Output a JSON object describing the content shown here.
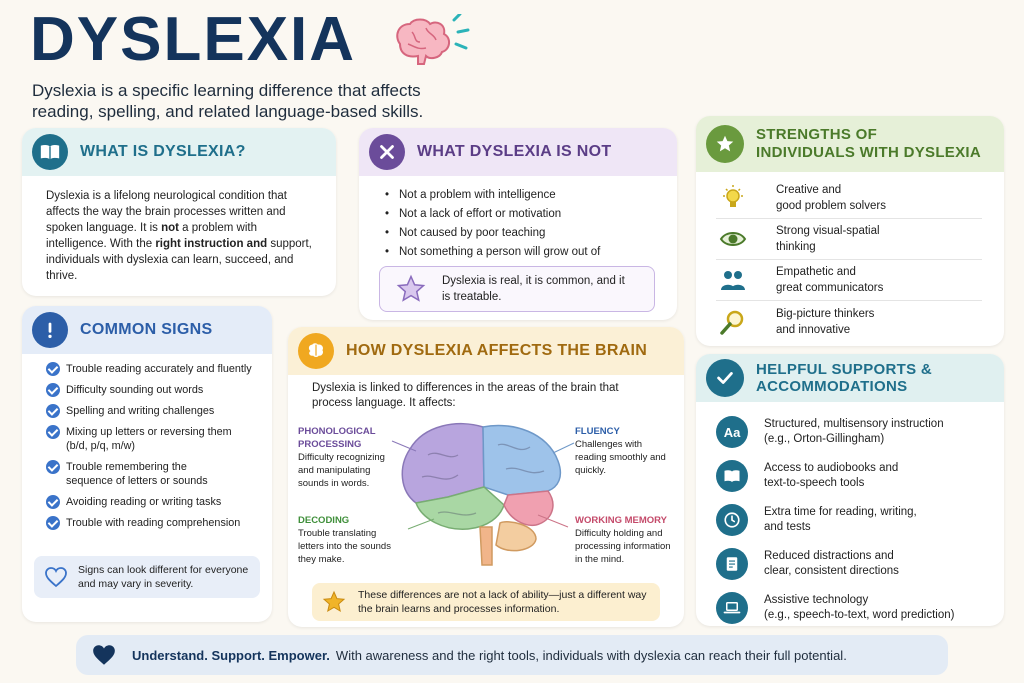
{
  "header": {
    "title": "DYSLEXIA",
    "subtitle": "Dyslexia is a specific learning difference that affects reading, spelling, and related language-based skills."
  },
  "what_is": {
    "heading": "WHAT IS DYSLEXIA?",
    "p1": "Dyslexia is a lifelong neurological condition that affects the way the brain processes written and spoken language. It is ",
    "p1_bold": "not",
    "p2": " a problem with intelligence. With the ",
    "p2_bold": "right instruction and",
    "p3": " support, individuals with dyslexia can learn, succeed, and thrive."
  },
  "what_not": {
    "heading": "WHAT DYSLEXIA IS NOT",
    "items": [
      "Not a problem with intelligence",
      "Not a lack of effort or motivation",
      "Not caused by poor teaching",
      "Not something a person will grow out of"
    ],
    "note": "Dyslexia is real, it is common, and it is treatable."
  },
  "strengths": {
    "heading_line1": "STRENGTHS OF",
    "heading_line2": "INDIVIDUALS WITH DYSLEXIA",
    "items": [
      {
        "icon": "lightbulb-icon",
        "text1": "Creative and",
        "text2": "good problem solvers"
      },
      {
        "icon": "eye-icon",
        "text1": "Strong visual-spatial",
        "text2": "thinking"
      },
      {
        "icon": "people-icon",
        "text1": "Empathetic and",
        "text2": "great communicators"
      },
      {
        "icon": "magnifier-icon",
        "text1": "Big-picture thinkers",
        "text2": "and innovative"
      }
    ]
  },
  "signs": {
    "heading": "COMMON SIGNS",
    "items": [
      "Trouble reading accurately and fluently",
      "Difficulty sounding out words",
      "Spelling and writing challenges",
      "Mixing up letters or reversing them (b/d, p/q, m/w)",
      "Trouble remembering the sequence of letters or sounds",
      "Avoiding reading or writing tasks",
      "Trouble with reading comprehension"
    ],
    "note": "Signs can look different for everyone and may vary in severity."
  },
  "brain": {
    "heading": "HOW DYSLEXIA AFFECTS THE BRAIN",
    "intro": "Dyslexia is linked to differences in the areas of the brain that process language. It affects:",
    "areas": {
      "phon_label": "PHONOLOGICAL PROCESSING",
      "phon_text": "Difficulty recognizing and manipulating sounds in words.",
      "flu_label": "FLUENCY",
      "flu_text": "Challenges with reading smoothly and quickly.",
      "dec_label": "DECODING",
      "dec_text": "Trouble translating letters into the sounds they make.",
      "wm_label": "WORKING MEMORY",
      "wm_text": "Difficulty holding and processing information in the mind."
    },
    "note": "These differences are not a lack of ability—just a different way the brain learns and processes information."
  },
  "supports": {
    "heading_line1": "HELPFUL SUPPORTS &",
    "heading_line2": "ACCOMMODATIONS",
    "items": [
      {
        "icon": "aa-icon",
        "badge": "Aa",
        "text1": "Structured, multisensory instruction",
        "text2": "(e.g., Orton-Gillingham)"
      },
      {
        "icon": "book-icon",
        "badge": "",
        "text1": "Access to audiobooks and",
        "text2": "text-to-speech tools"
      },
      {
        "icon": "clock-icon",
        "badge": "",
        "text1": "Extra time for reading, writing,",
        "text2": "and tests"
      },
      {
        "icon": "document-icon",
        "badge": "",
        "text1": "Reduced distractions and",
        "text2": "clear, consistent directions"
      },
      {
        "icon": "laptop-icon",
        "badge": "",
        "text1": "Assistive technology",
        "text2": "(e.g., speech-to-text, word prediction)"
      }
    ]
  },
  "footer": {
    "bold": "Understand. Support. Empower.",
    "text": "With awareness and the right tools, individuals with dyslexia can reach their full potential."
  },
  "colors": {
    "navy": "#14345c",
    "teal": "#1f6f8b",
    "purple": "#5b3d86",
    "green": "#4b7a2a",
    "blue": "#2c5ea8",
    "gold": "#a06a10"
  }
}
